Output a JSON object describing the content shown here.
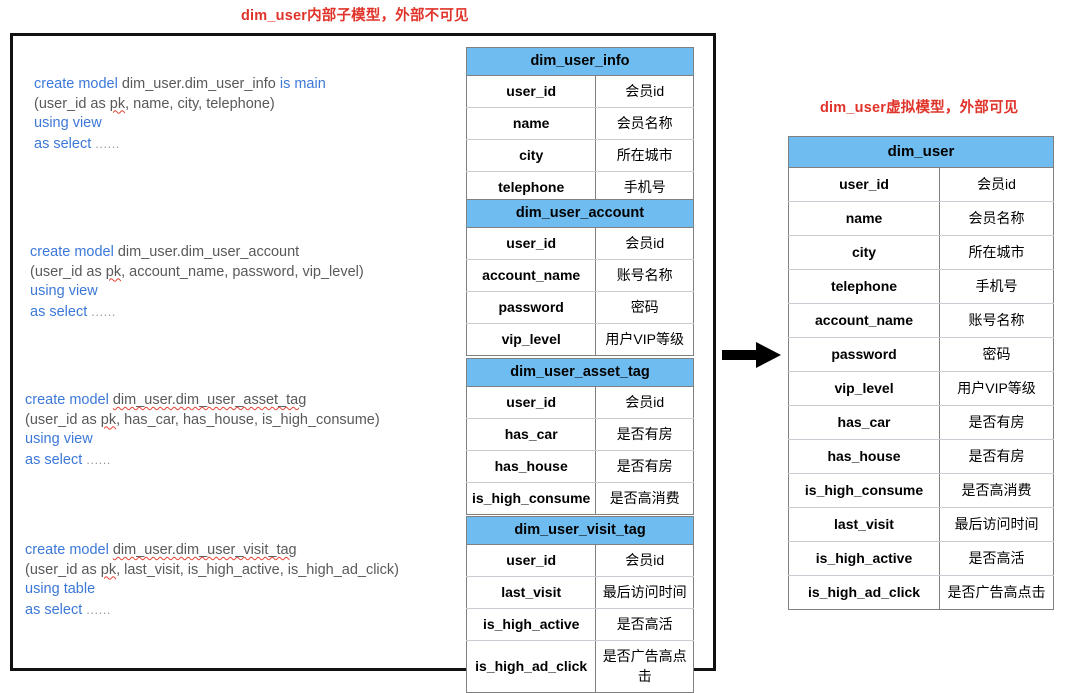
{
  "titles": {
    "internal": "dim_user内部子模型，外部不可见",
    "virtual": "dim_user虚拟模型，外部可见"
  },
  "colors": {
    "title_red": "#e0342a",
    "table_header_blue": "#6fbdf0",
    "keyword_blue": "#3c78d8",
    "identifier_gray": "#595959",
    "box_border": "#111111",
    "arrow": "#000000"
  },
  "code_blocks": [
    {
      "id": "code-0",
      "lines": [
        {
          "parts": [
            {
              "text": "create model ",
              "style": "kw"
            },
            {
              "text": "dim_user.dim_user_info ",
              "style": "ident"
            },
            {
              "text": "is main",
              "style": "kw"
            }
          ]
        },
        {
          "parts": [
            {
              "text": "(user_id as ",
              "style": "ident"
            },
            {
              "text": "pk",
              "style": "ident-sq"
            },
            {
              "text": ", name, city, telephone)",
              "style": "ident"
            }
          ]
        },
        {
          "parts": [
            {
              "text": "using view",
              "style": "kw"
            }
          ]
        },
        {
          "parts": [
            {
              "text": "as select ",
              "style": "kw"
            },
            {
              "text": " ......",
              "style": "dots"
            }
          ]
        }
      ]
    },
    {
      "id": "code-1",
      "lines": [
        {
          "parts": [
            {
              "text": "create model ",
              "style": "kw"
            },
            {
              "text": "dim_user.dim_user_account",
              "style": "ident"
            }
          ]
        },
        {
          "parts": [
            {
              "text": "(user_id as ",
              "style": "ident"
            },
            {
              "text": "pk",
              "style": "ident-sq"
            },
            {
              "text": ", account_name, password, vip_level)",
              "style": "ident"
            }
          ]
        },
        {
          "parts": [
            {
              "text": "using view",
              "style": "kw"
            }
          ]
        },
        {
          "parts": [
            {
              "text": "as select ",
              "style": "kw"
            },
            {
              "text": " ......",
              "style": "dots"
            }
          ]
        }
      ]
    },
    {
      "id": "code-2",
      "lines": [
        {
          "parts": [
            {
              "text": "create model ",
              "style": "kw"
            },
            {
              "text": "dim_user.dim_user_asset_tag",
              "style": "ident-sq"
            }
          ]
        },
        {
          "parts": [
            {
              "text": "(user_id as ",
              "style": "ident"
            },
            {
              "text": "pk",
              "style": "ident-sq"
            },
            {
              "text": ", has_car, has_house, is_high_consume)",
              "style": "ident"
            }
          ]
        },
        {
          "parts": [
            {
              "text": "using view",
              "style": "kw"
            }
          ]
        },
        {
          "parts": [
            {
              "text": "as select ",
              "style": "kw"
            },
            {
              "text": " ......",
              "style": "dots"
            }
          ]
        }
      ]
    },
    {
      "id": "code-3",
      "lines": [
        {
          "parts": [
            {
              "text": "create model ",
              "style": "kw"
            },
            {
              "text": "dim_user.dim_user_visit_tag",
              "style": "ident-sq"
            }
          ]
        },
        {
          "parts": [
            {
              "text": "(user_id as ",
              "style": "ident"
            },
            {
              "text": "pk",
              "style": "ident-sq"
            },
            {
              "text": ", last_visit, is_high_active, is_high_ad_click)",
              "style": "ident"
            }
          ]
        },
        {
          "parts": [
            {
              "text": "using table",
              "style": "kw"
            }
          ]
        },
        {
          "parts": [
            {
              "text": "as select ",
              "style": "kw"
            },
            {
              "text": " ......",
              "style": "dots"
            }
          ]
        }
      ]
    }
  ],
  "sub_models": [
    {
      "id": "table-dim_user_info",
      "header": "dim_user_info",
      "rows": [
        {
          "name": "user_id",
          "desc": "会员id"
        },
        {
          "name": "name",
          "desc": "会员名称"
        },
        {
          "name": "city",
          "desc": "所在城市"
        },
        {
          "name": "telephone",
          "desc": "手机号"
        }
      ]
    },
    {
      "id": "table-dim_user_account",
      "header": "dim_user_account",
      "rows": [
        {
          "name": "user_id",
          "desc": "会员id"
        },
        {
          "name": "account_name",
          "desc": "账号名称"
        },
        {
          "name": "password",
          "desc": "密码"
        },
        {
          "name": "vip_level",
          "desc": "用户VIP等级"
        }
      ]
    },
    {
      "id": "table-dim_user_asset_tag",
      "header": "dim_user_asset_tag",
      "rows": [
        {
          "name": "user_id",
          "desc": "会员id"
        },
        {
          "name": "has_car",
          "desc": "是否有房"
        },
        {
          "name": "has_house",
          "desc": "是否有房"
        },
        {
          "name": "is_high_consume",
          "desc": "是否高消费"
        }
      ]
    },
    {
      "id": "table-dim_user_visit_tag",
      "header": "dim_user_visit_tag",
      "rows": [
        {
          "name": "user_id",
          "desc": "会员id"
        },
        {
          "name": "last_visit",
          "desc": "最后访问时间"
        },
        {
          "name": "is_high_active",
          "desc": "是否高活"
        },
        {
          "name": "is_high_ad_click",
          "desc": "是否广告高点击"
        }
      ]
    }
  ],
  "virtual_model": {
    "id": "table-dim_user",
    "header": "dim_user",
    "rows": [
      {
        "name": "user_id",
        "desc": "会员id"
      },
      {
        "name": "name",
        "desc": "会员名称"
      },
      {
        "name": "city",
        "desc": "所在城市"
      },
      {
        "name": "telephone",
        "desc": "手机号"
      },
      {
        "name": "account_name",
        "desc": "账号名称"
      },
      {
        "name": "password",
        "desc": "密码"
      },
      {
        "name": "vip_level",
        "desc": "用户VIP等级"
      },
      {
        "name": "has_car",
        "desc": "是否有房"
      },
      {
        "name": "has_house",
        "desc": "是否有房"
      },
      {
        "name": "is_high_consume",
        "desc": "是否高消费"
      },
      {
        "name": "last_visit",
        "desc": "最后访问时间"
      },
      {
        "name": "is_high_active",
        "desc": "是否高活"
      },
      {
        "name": "is_high_ad_click",
        "desc": "是否广告高点击"
      }
    ]
  },
  "arrow": {
    "name": "flow-arrow",
    "direction": "right"
  }
}
